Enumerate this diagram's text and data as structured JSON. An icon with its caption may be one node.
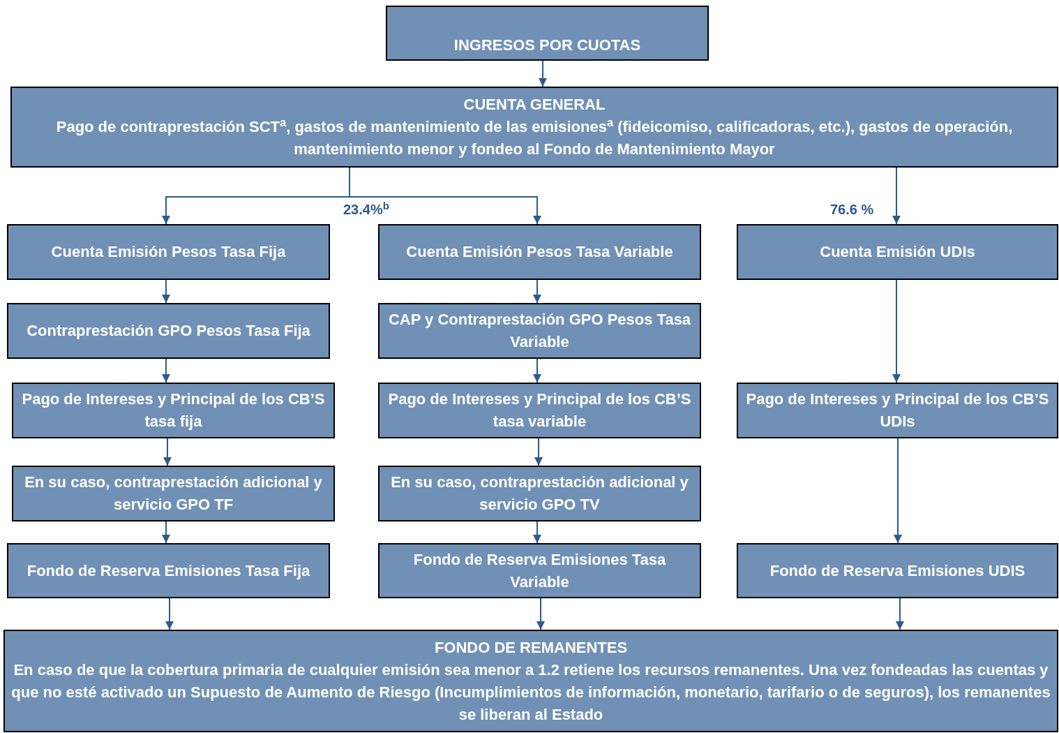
{
  "diagram": {
    "nodes": [
      {
        "text": [
          "INGRESOS POR CUOTAS"
        ]
      },
      {
        "text": [
          "CUENTA GENERAL",
          "Pago de contraprestación SCT$^{a}$, gastos de mantenimiento de las emisiones$^{a}$ (fideicomiso, calificadoras, etc.), gastos de operación, mantenimiento menor y fondeo al Fondo de Mantenimiento Mayor"
        ]
      },
      {
        "text": [
          "Cuenta Emisión Pesos Tasa Fija"
        ]
      },
      {
        "text": [
          "Contraprestación GPO Pesos Tasa Fija"
        ]
      },
      {
        "text": [
          "Pago de Intereses y Principal de los CB’S tasa fija"
        ]
      },
      {
        "text": [
          "En su caso, contraprestación adicional y servicio GPO TF"
        ]
      },
      {
        "text": [
          "Fondo de Reserva Emisiones Tasa Fija"
        ]
      },
      {
        "text": [
          "Cuenta Emisión Pesos Tasa Variable"
        ]
      },
      {
        "text": [
          "CAP y Contraprestación GPO Pesos Tasa Variable"
        ]
      },
      {
        "text": [
          "Pago de Intereses y Principal de los CB’S tasa variable"
        ]
      },
      {
        "text": [
          "En su caso, contraprestación adicional y servicio GPO TV"
        ]
      },
      {
        "text": [
          "Fondo de Reserva Emisiones Tasa Variable"
        ]
      },
      {
        "text": [
          "Cuenta Emisión UDIs"
        ]
      },
      {
        "text": [
          "Pago de Intereses y Principal de los CB’S UDIs"
        ]
      },
      {
        "text": [
          "Fondo de Reserva Emisiones UDIS"
        ]
      },
      {
        "text": [
          "FONDO DE REMANENTES",
          "En caso de que la cobertura primaria de cualquier emisión sea menor a 1.2 retiene los recursos remanentes. Una vez fondeadas las cuentas y que no esté activado un Supuesto de Aumento de Riesgo (Incumplimientos de información, monetario, tarifario o de seguros),  los remanentes se liberan al Estado"
        ]
      }
    ],
    "edges": [
      {
        "from": 0,
        "to": 1,
        "arrow": "to"
      },
      {
        "from": 1,
        "to": 2,
        "arrow": "to"
      },
      {
        "from": 1,
        "to": 7,
        "arrow": "to",
        "label": "23.4%$^{b}$"
      },
      {
        "from": 1,
        "to": 12,
        "arrow": "to",
        "label": "76.6 %"
      },
      {
        "from": 2,
        "to": 3,
        "arrow": "to"
      },
      {
        "from": 3,
        "to": 4,
        "arrow": "to"
      },
      {
        "from": 4,
        "to": 5,
        "arrow": "to"
      },
      {
        "from": 5,
        "to": 6,
        "arrow": "to"
      },
      {
        "from": 7,
        "to": 8,
        "arrow": "to"
      },
      {
        "from": 8,
        "to": 9,
        "arrow": "to"
      },
      {
        "from": 9,
        "to": 10,
        "arrow": "to"
      },
      {
        "from": 10,
        "to": 11,
        "arrow": "to"
      },
      {
        "from": 12,
        "to": 13,
        "arrow": "to"
      },
      {
        "from": 13,
        "to": 14,
        "arrow": "to"
      },
      {
        "from": 6,
        "to": 15,
        "arrow": "to"
      },
      {
        "from": 11,
        "to": 15,
        "arrow": "to"
      },
      {
        "from": 14,
        "to": 15,
        "arrow": "to"
      }
    ]
  }
}
